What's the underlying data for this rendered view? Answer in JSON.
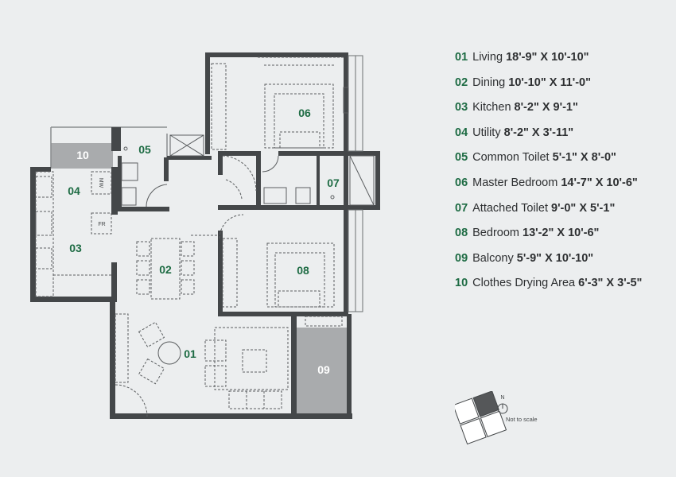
{
  "rooms": [
    {
      "id": "01",
      "label": "Living",
      "dimensions": "18'-9\" X 10'-10\""
    },
    {
      "id": "02",
      "label": "Dining",
      "dimensions": "10'-10\" X 11'-0\""
    },
    {
      "id": "03",
      "label": "Kitchen",
      "dimensions": "8'-2\" X 9'-1\""
    },
    {
      "id": "04",
      "label": "Utility",
      "dimensions": "8'-2\" X 3'-11\""
    },
    {
      "id": "05",
      "label": "Common Toilet",
      "dimensions": "5'-1\" X 8'-0\""
    },
    {
      "id": "06",
      "label": "Master Bedroom",
      "dimensions": "14'-7\" X 10'-6\""
    },
    {
      "id": "07",
      "label": "Attached Toilet",
      "dimensions": "9'-0\" X 5'-1\""
    },
    {
      "id": "08",
      "label": "Bedroom",
      "dimensions": "13'-2\" X 10'-6\""
    },
    {
      "id": "09",
      "label": "Balcony",
      "dimensions": "5'-9\" X 10'-10\""
    },
    {
      "id": "10",
      "label": "Clothes Drying Area",
      "dimensions": "6'-3\" X 3'-5\""
    }
  ],
  "appliance_labels": {
    "microwave": "MW",
    "fridge": "FR"
  },
  "compass": {
    "north": "N",
    "scale_note": "Not to scale"
  },
  "colors": {
    "wall": "#444749",
    "accent": "#1d6b43",
    "shaded": "#a9abad",
    "background": "#eceeef"
  }
}
